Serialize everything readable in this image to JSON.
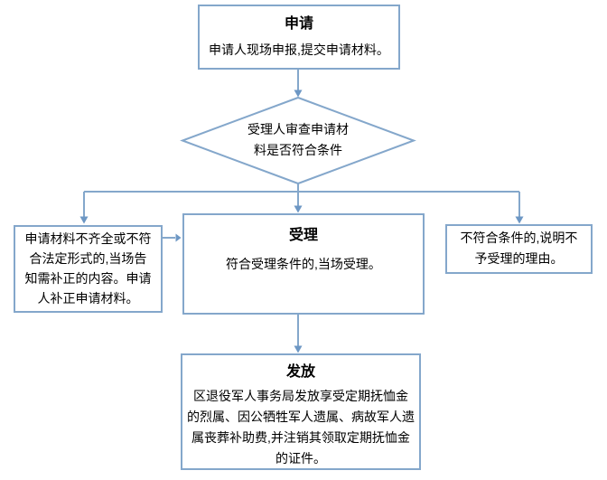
{
  "colors": {
    "line": "#84a7cb",
    "arrow": "#6d97c4",
    "text": "#000000",
    "bg": "#ffffff"
  },
  "nodes": {
    "apply": {
      "title": "申请",
      "body": "申请人现场申报,提交申请材料。"
    },
    "review": {
      "lines": [
        "受理人审查申请材",
        "料是否符合条件"
      ]
    },
    "supplement": {
      "lines": [
        "申请材料不齐全或不符",
        "合法定形式的,当场告",
        "知需补正的内容。申请",
        "人补正申请材料。"
      ]
    },
    "accept": {
      "title": "受理",
      "body": "符合受理条件的,当场受理。"
    },
    "reject": {
      "lines": [
        "不符合条件的,说明不",
        "予受理的理由。"
      ]
    },
    "issue": {
      "title": "发放",
      "lines": [
        "区退役军人事务局发放享受定期抚恤金",
        "的烈属、因公牺牲军人遗属、病故军人遗",
        "属丧葬补助费,并注销其领取定期抚恤金",
        "的证件。"
      ]
    }
  }
}
